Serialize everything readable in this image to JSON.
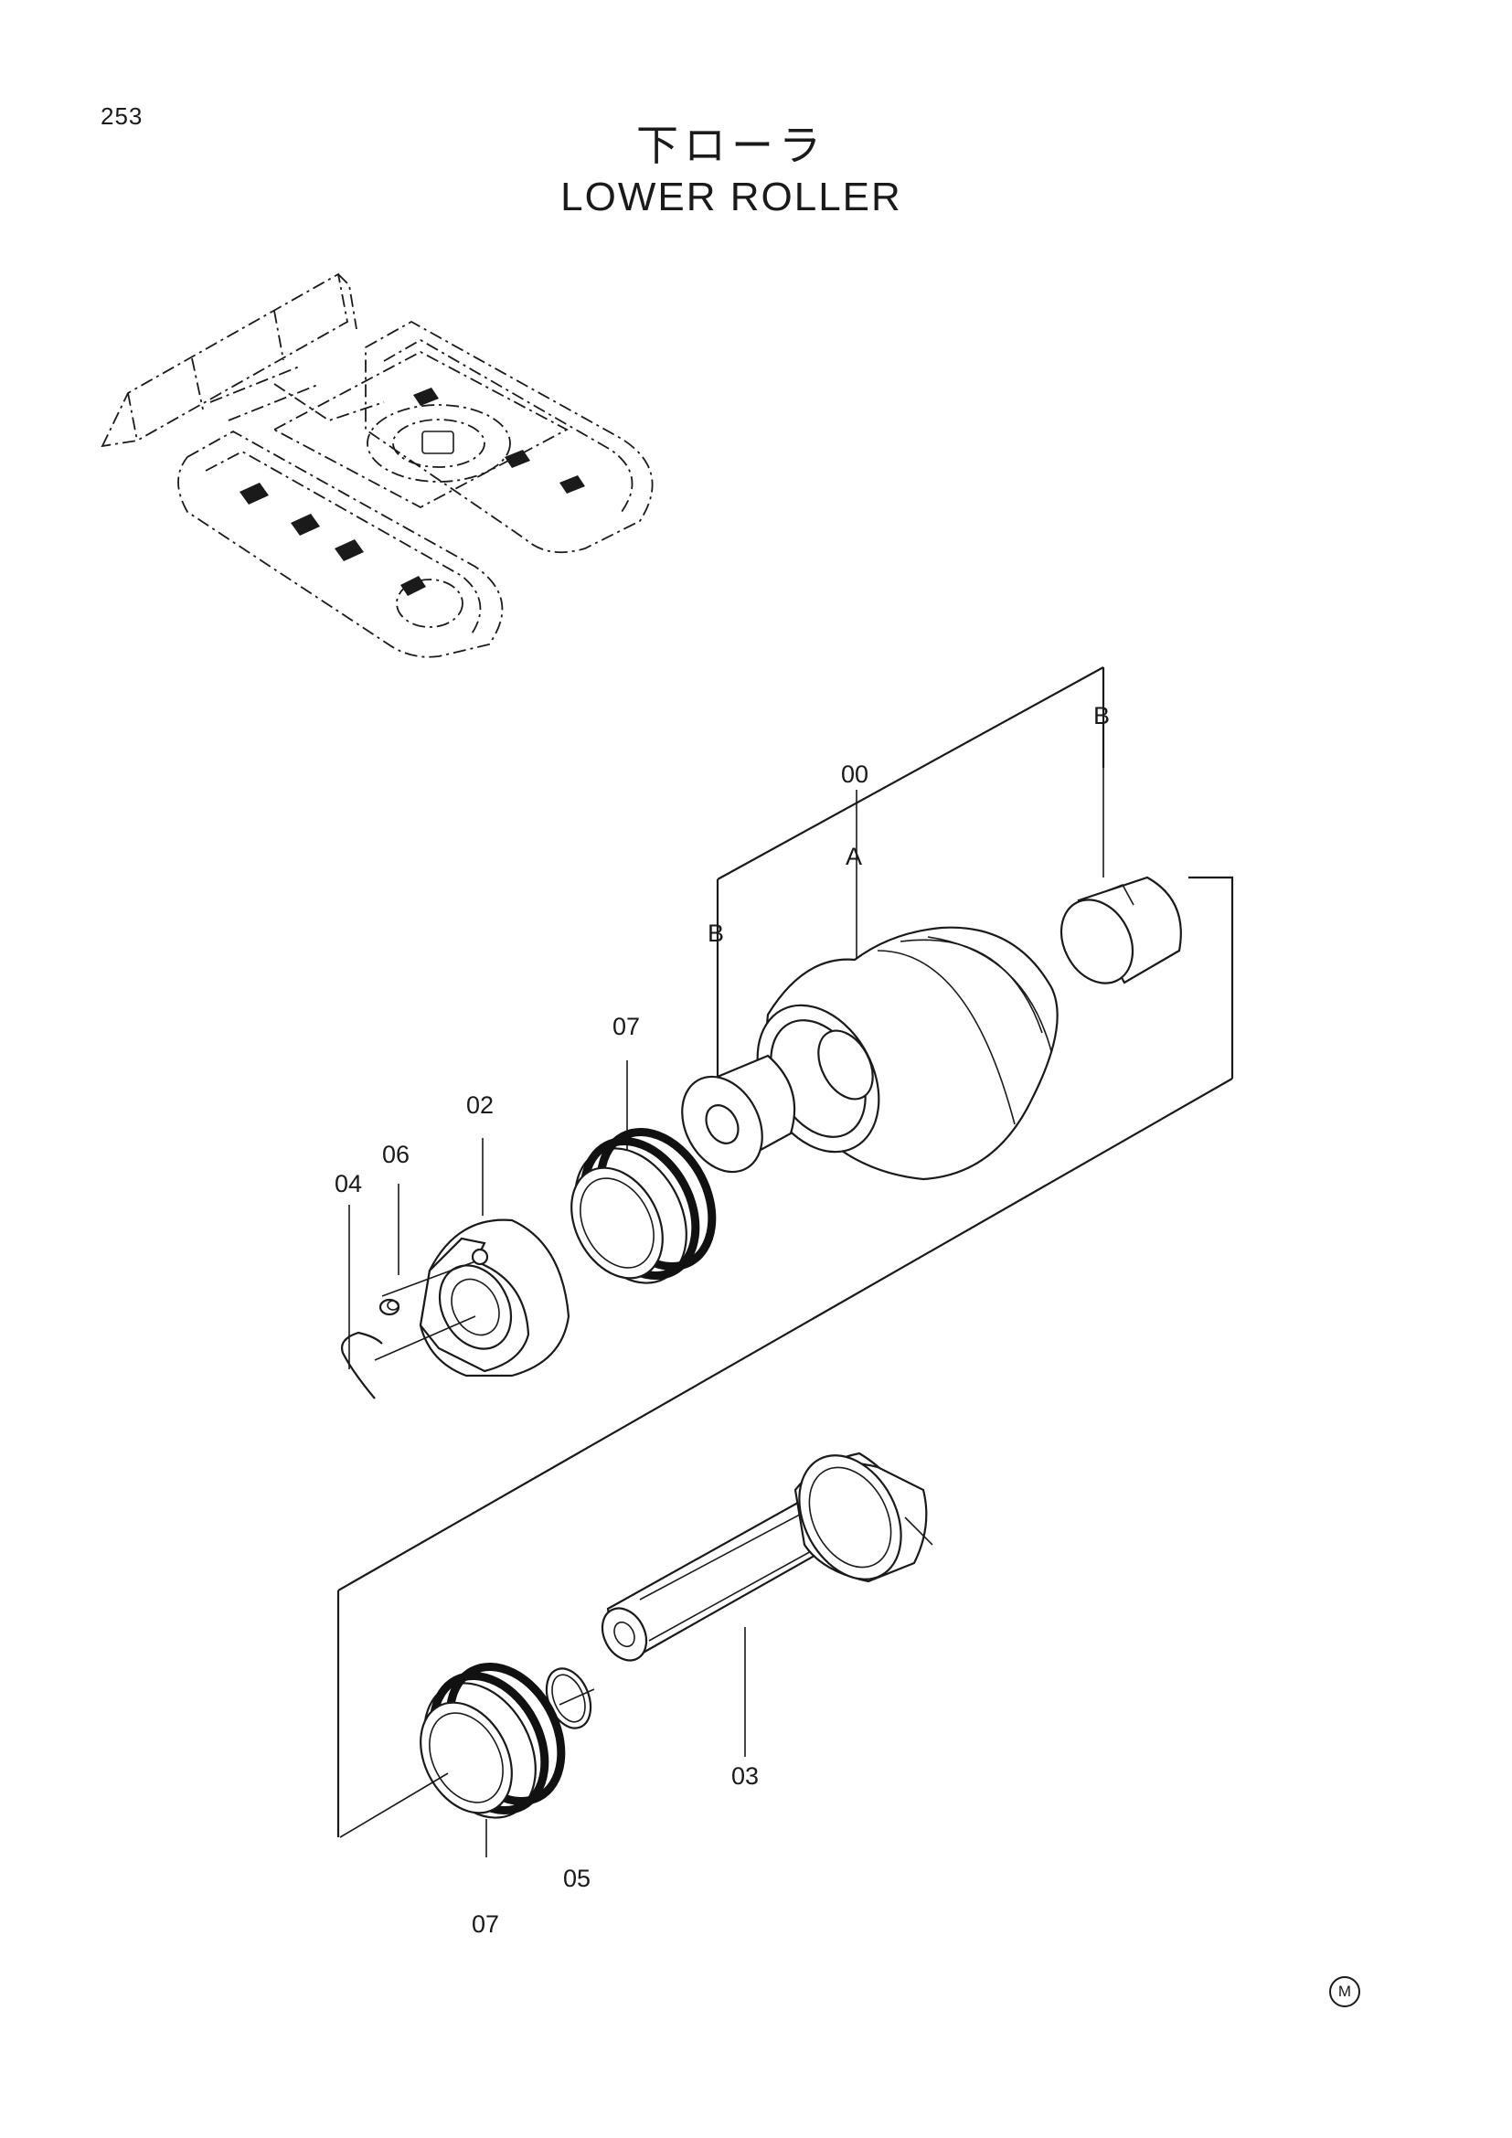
{
  "page_number": "253",
  "title": {
    "japanese": "下ローラ",
    "english": "LOWER ROLLER"
  },
  "callouts": {
    "c00": "00",
    "cA": "A",
    "cB_top": "B",
    "cB_left": "B",
    "c07_top": "07",
    "c02": "02",
    "c06": "06",
    "c04": "04",
    "c03": "03",
    "c05": "05",
    "c07_bottom": "07"
  },
  "corner_mark": "M"
}
